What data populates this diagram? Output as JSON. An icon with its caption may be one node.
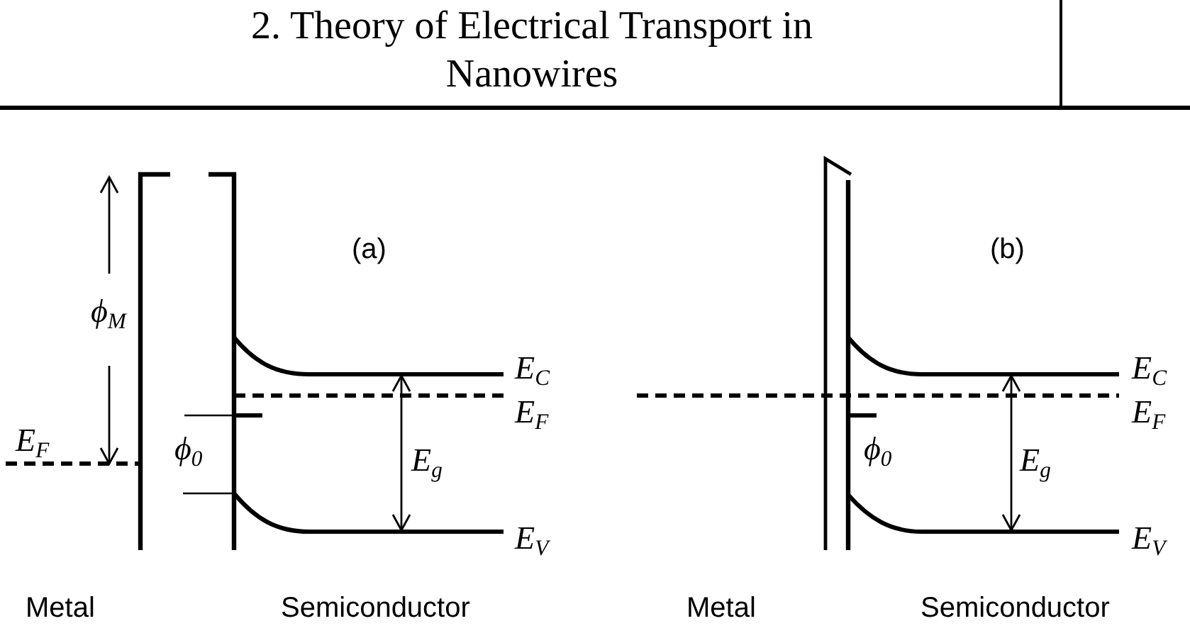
{
  "diagram": {
    "title": "2. Theory of Electrical Transport in Nanowires",
    "labels": [
      "(a)",
      "ϕ$_{M}$",
      "E$_{C}$",
      "E$_{F}$",
      "E$_{F}$",
      "ϕ$_{0}$",
      "E$_{g}$",
      "E$_{V}$",
      "(b)",
      "E$_{C}$",
      "E$_{F}$",
      "ϕ$_{0}$",
      "E$_{g}$",
      "E$_{V}$",
      "Metal",
      "Semiconductor",
      "Metal",
      "Semiconductor"
    ]
  }
}
